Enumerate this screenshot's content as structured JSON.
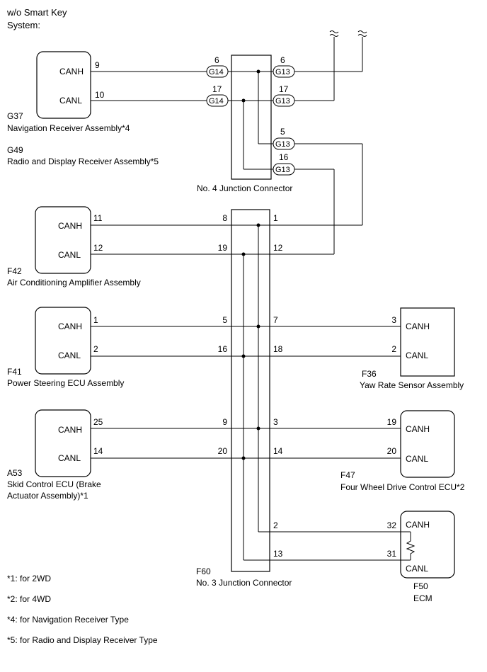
{
  "header": {
    "line1": "w/o Smart Key",
    "line2": "System:"
  },
  "components": {
    "g37": {
      "id": "G37",
      "name": "Navigation Receiver Assembly*4",
      "alt_id": "G49",
      "alt_name": "Radio and Display Receiver Assembly*5",
      "canh": "CANH",
      "canl": "CANL",
      "pin_h": "9",
      "pin_l": "10"
    },
    "f42": {
      "id": "F42",
      "name": "Air Conditioning Amplifier Assembly",
      "canh": "CANH",
      "canl": "CANL",
      "pin_h": "11",
      "pin_l": "12"
    },
    "f41": {
      "id": "F41",
      "name": "Power Steering ECU Assembly",
      "canh": "CANH",
      "canl": "CANL",
      "pin_h": "1",
      "pin_l": "2"
    },
    "a53": {
      "id": "A53",
      "name_line1": "Skid Control ECU (Brake",
      "name_line2": "Actuator Assembly)*1",
      "canh": "CANH",
      "canl": "CANL",
      "pin_h": "25",
      "pin_l": "14"
    },
    "f36": {
      "id": "F36",
      "name": "Yaw Rate Sensor Assembly",
      "canh": "CANH",
      "canl": "CANL",
      "pin_h": "3",
      "pin_l": "2"
    },
    "f47": {
      "id": "F47",
      "name": "Four Wheel Drive Control ECU*2",
      "canh": "CANH",
      "canl": "CANL",
      "pin_h": "19",
      "pin_l": "20"
    },
    "f50": {
      "id": "F50",
      "name": "ECM",
      "canh": "CANH",
      "canl": "CANL",
      "pin_h": "32",
      "pin_l": "31"
    }
  },
  "junction4": {
    "name": "No. 4 Junction Connector",
    "left_top_conn": "G14",
    "left_top_pin": "6",
    "left_bot_conn": "G14",
    "left_bot_pin": "17",
    "right1_conn": "G13",
    "right1_pin": "6",
    "right2_conn": "G13",
    "right2_pin": "17",
    "right3_conn": "G13",
    "right3_pin": "5",
    "right4_conn": "G13",
    "right4_pin": "16"
  },
  "junction3": {
    "id": "F60",
    "name": "No. 3 Junction Connector",
    "l_f42_h": "8",
    "l_f42_l": "19",
    "r_f42_h": "1",
    "r_f42_l": "12",
    "l_f41_h": "5",
    "l_f41_l": "16",
    "r_f36_h": "7",
    "r_f36_l": "18",
    "l_a53_h": "9",
    "l_a53_l": "20",
    "r_f47_h": "3",
    "r_f47_l": "14",
    "r_f50_h": "2",
    "r_f50_l": "13"
  },
  "footnotes": [
    "*1: for 2WD",
    "*2: for 4WD",
    "*4: for Navigation Receiver Type",
    "*5: for Radio and Display Receiver Type"
  ],
  "colors": {
    "line": "#000000",
    "background": "#ffffff"
  }
}
